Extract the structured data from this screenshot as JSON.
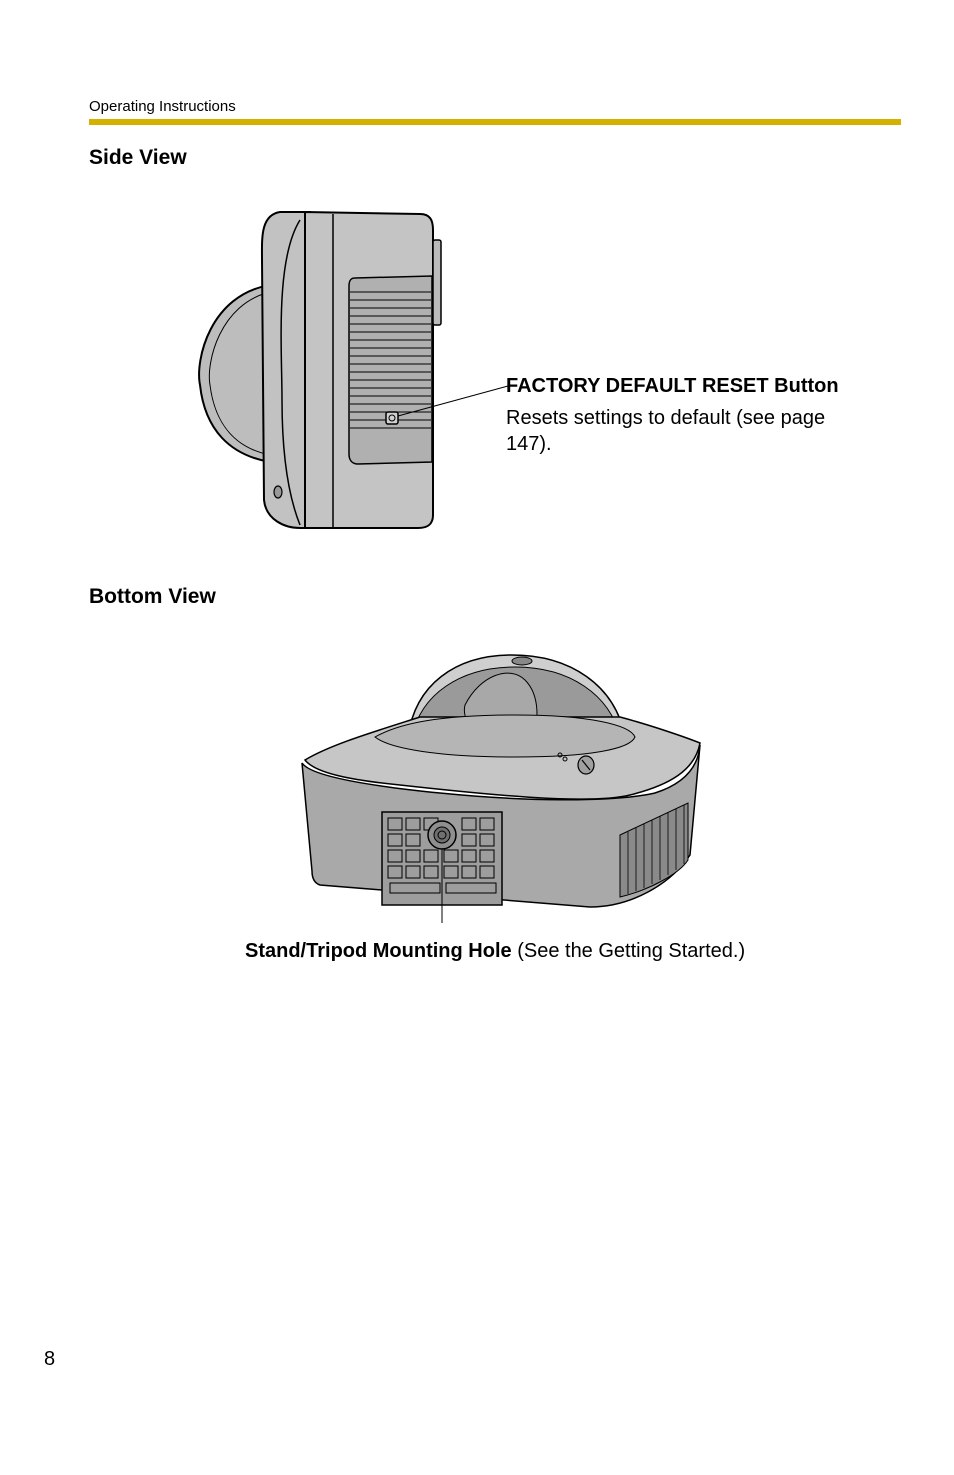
{
  "header": {
    "running_title": "Operating Instructions",
    "rule_color": "#d4b000"
  },
  "side_view": {
    "title": "Side View",
    "callout": {
      "label": "FACTORY DEFAULT RESET Button",
      "description": "Resets settings to default (see page 147)."
    }
  },
  "bottom_view": {
    "title": "Bottom View",
    "callout": {
      "label": "Stand/Tripod Mounting Hole",
      "description": "(See the Getting Started.)"
    }
  },
  "footer": {
    "page_number": "8"
  },
  "colors": {
    "device_body": "#b8b8b8",
    "device_outline": "#000000"
  }
}
